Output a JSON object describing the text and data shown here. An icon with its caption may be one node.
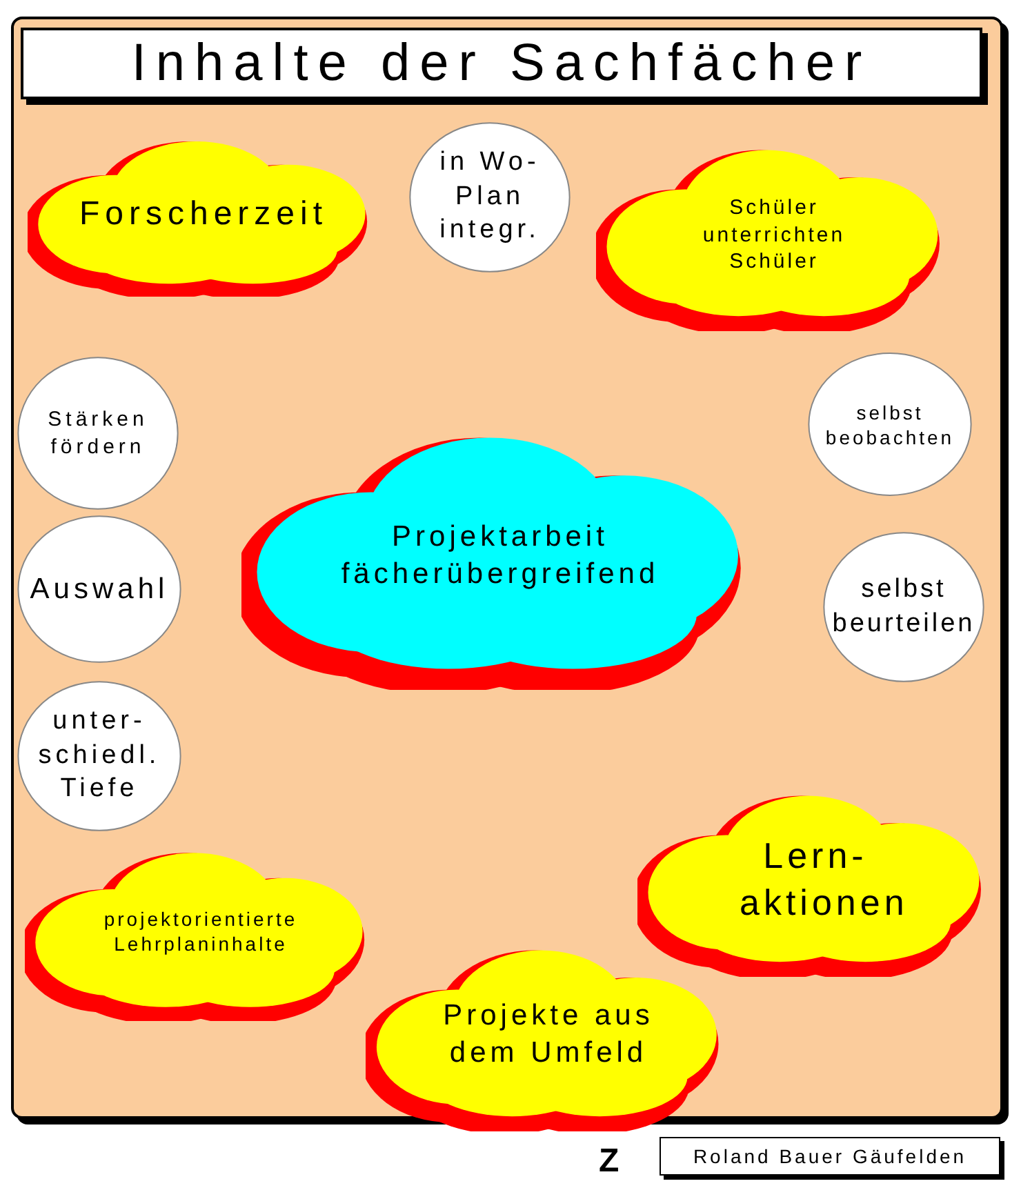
{
  "diagram": {
    "title": "Inhalte der Sachfächer",
    "nodes": [
      {
        "text": [
          "Forscherzeit"
        ]
      },
      {
        "text": [
          "in Wo-Plan integr."
        ]
      },
      {
        "text": [
          "Schüler unterrichten Schüler"
        ]
      },
      {
        "text": [
          "Stärken fördern"
        ]
      },
      {
        "text": [
          "selbst beobachten"
        ]
      },
      {
        "text": [
          "Projektarbeit fächerübergreifend"
        ]
      },
      {
        "text": [
          "Auswahl"
        ]
      },
      {
        "text": [
          "selbst beurteilen"
        ]
      },
      {
        "text": [
          "unter- schiedl. Tiefe"
        ]
      },
      {
        "text": [
          "Lern- aktionen"
        ]
      },
      {
        "text": [
          "projektorientierte Lehrplaninhalte"
        ]
      },
      {
        "text": [
          "Projekte aus dem Umfeld"
        ]
      }
    ],
    "labels": [
      "Z",
      "Roland Bauer Gäufelden"
    ]
  }
}
